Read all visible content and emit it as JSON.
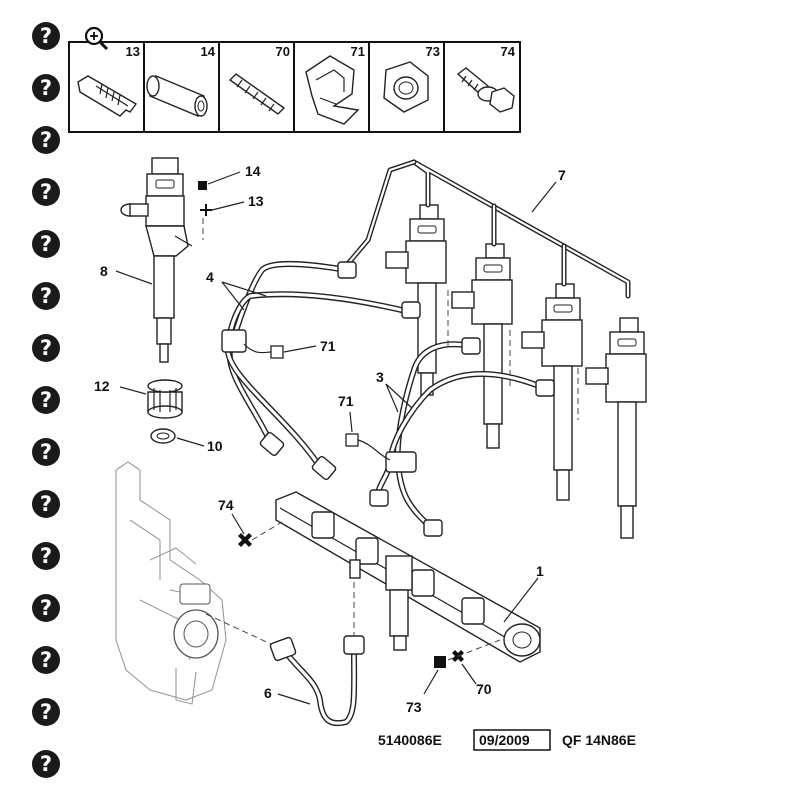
{
  "zoom_icon": "zoom-in-icon",
  "help_buttons": [
    "?",
    "?",
    "?",
    "?",
    "?",
    "?",
    "?",
    "?",
    "?",
    "?",
    "?",
    "?",
    "?",
    "?",
    "?"
  ],
  "parts_legend": [
    "13",
    "14",
    "70",
    "71",
    "73",
    "74"
  ],
  "callouts": {
    "c1": "1",
    "c3": "3",
    "c4": "4",
    "c6": "6",
    "c7": "7",
    "c8": "8",
    "c10": "10",
    "c12": "12",
    "c13": "13",
    "c14": "14",
    "c70": "70",
    "c71a": "71",
    "c71b": "71",
    "c73": "73",
    "c74": "74"
  },
  "footer": {
    "ref": "5140086E",
    "date": "09/2009",
    "code": "QF 14N86E"
  }
}
